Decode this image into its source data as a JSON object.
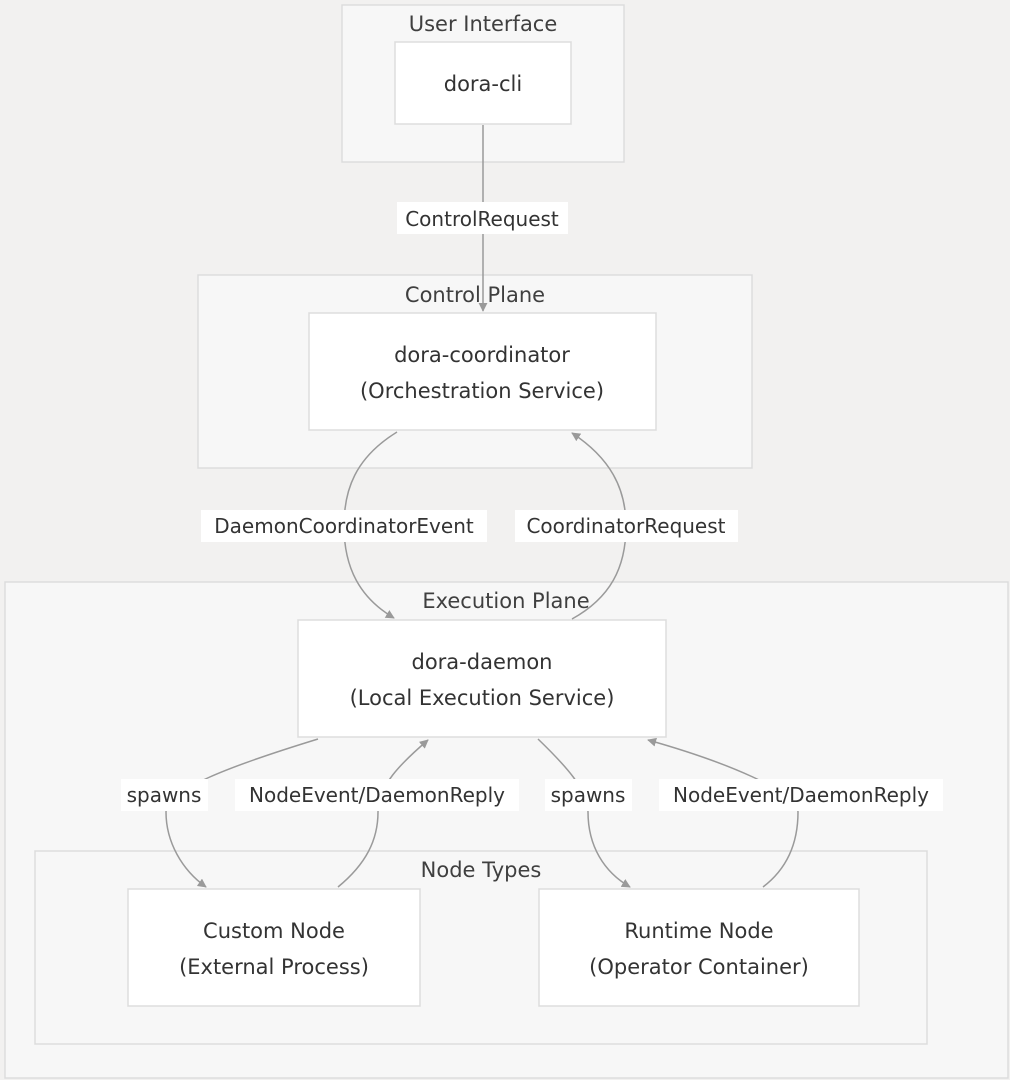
{
  "groups": {
    "user_interface": {
      "title": "User Interface"
    },
    "control_plane": {
      "title": "Control Plane"
    },
    "execution_plane": {
      "title": "Execution Plane"
    },
    "node_types": {
      "title": "Node Types"
    }
  },
  "nodes": {
    "cli": {
      "line1": "dora-cli"
    },
    "coordinator": {
      "line1": "dora-coordinator",
      "line2": "(Orchestration Service)"
    },
    "daemon": {
      "line1": "dora-daemon",
      "line2": "(Local Execution Service)"
    },
    "custom_node": {
      "line1": "Custom Node",
      "line2": "(External Process)"
    },
    "runtime_node": {
      "line1": "Runtime Node",
      "line2": "(Operator Container)"
    }
  },
  "edges": {
    "cli_to_coordinator": {
      "label": "ControlRequest"
    },
    "coordinator_to_daemon": {
      "label": "DaemonCoordinatorEvent"
    },
    "daemon_to_coordinator": {
      "label": "CoordinatorRequest"
    },
    "daemon_spawns_custom": {
      "label": "spawns"
    },
    "custom_to_daemon": {
      "label": "NodeEvent/DaemonReply"
    },
    "daemon_spawns_runtime": {
      "label": "spawns"
    },
    "runtime_to_daemon": {
      "label": "NodeEvent/DaemonReply"
    }
  },
  "colors": {
    "background": "#f2f1f0",
    "group_fill": "#f7f7f7",
    "node_fill": "#ffffff",
    "border": "#dddddd",
    "edge": "#9a9a9a",
    "text": "#333333"
  }
}
